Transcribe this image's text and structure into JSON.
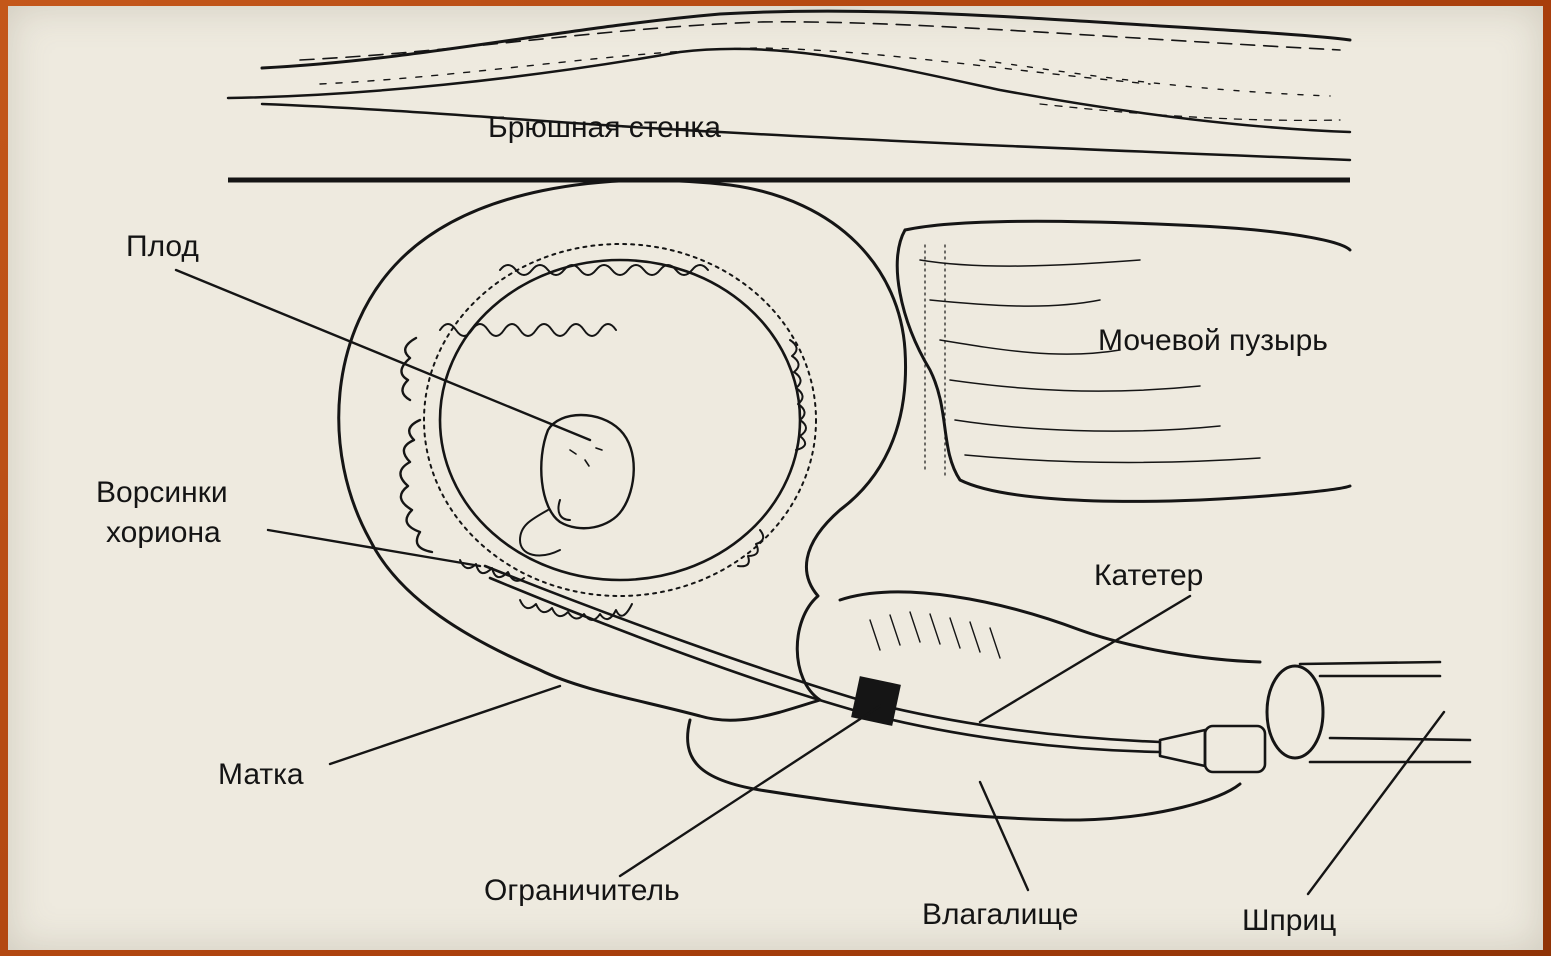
{
  "labels": {
    "abdominal_wall": "Брюшная стенка",
    "fetus": "Плод",
    "bladder": "Мочевой пузырь",
    "villi_line1": "Ворсинки",
    "villi_line2": "хориона",
    "catheter": "Катетер",
    "uterus": "Матка",
    "limiter": "Ограничитель",
    "vagina": "Влагалище",
    "syringe": "Шприц"
  },
  "colors": {
    "frame": "#b5480f",
    "paper": "#eeeadf",
    "ink": "#151515"
  }
}
